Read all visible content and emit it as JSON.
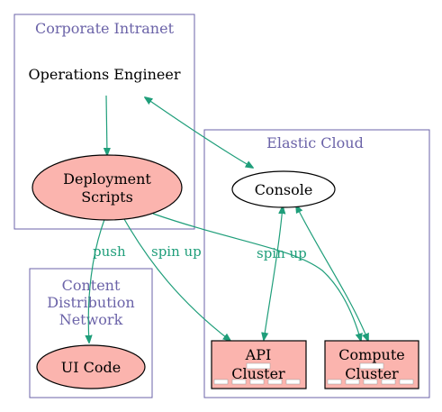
{
  "clusters": {
    "intranet": "Corporate Intranet",
    "cloud": "Elastic Cloud",
    "cdn": [
      "Content",
      "Distribution",
      "Network"
    ]
  },
  "nodes": {
    "ops": "Operations Engineer",
    "deploy": [
      "Deployment",
      "Scripts"
    ],
    "console": "Console",
    "ui": "UI Code",
    "api": [
      "API",
      "Cluster"
    ],
    "compute": [
      "Compute",
      "Cluster"
    ]
  },
  "edges": {
    "push": "push",
    "spin_api": "spin up",
    "spin_compute": "spin up"
  },
  "colors": {
    "cluster_border": "#6b63a8",
    "edge": "#1f9e7a",
    "node_fill": "#fbb4ae"
  }
}
